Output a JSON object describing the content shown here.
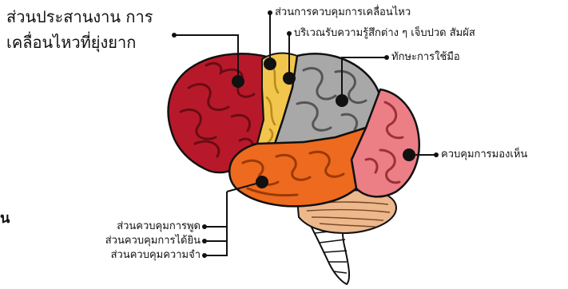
{
  "labels": {
    "coordination_line1": "ส่วนประสานงาน การ",
    "coordination_line2": "เคลื่อนไหวที่ยุ่งยาก",
    "motor_control": "ส่วนการควบคุมการเคลื่อนไหว",
    "sensory_area": "บริเวณรับความรู้สึกต่าง ๆ เจ็บปวด สัมผัส",
    "hand_skills": "ทักษะการใช้มือ",
    "vision": "ควบคุมการมองเห็น",
    "speech": "ส่วนควบคุมการพูด",
    "hearing": "ส่วนควบคุมการได้ยิน",
    "memory": "ส่วนควบคุมความจำ",
    "edge_fragment": "น"
  },
  "colors": {
    "frontal": "#b8192a",
    "motor": "#f2c64c",
    "parietal": "#a8a8a8",
    "occipital": "#ec7e86",
    "temporal": "#ee6a1e",
    "cerebellum": "#ecb88c",
    "stem": "#ffffff",
    "line": "#111111"
  }
}
